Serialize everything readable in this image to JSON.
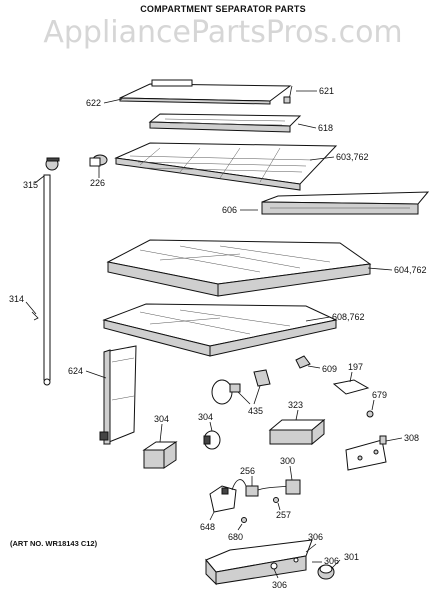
{
  "title": "COMPARTMENT SEPARATOR PARTS",
  "watermark": "AppliancePartsPros.com",
  "art_no": "(ART NO. WR18143 C12)",
  "callouts": [
    {
      "id": "c622",
      "text": "622"
    },
    {
      "id": "c621",
      "text": "621"
    },
    {
      "id": "c618",
      "text": "618"
    },
    {
      "id": "c315",
      "text": "315"
    },
    {
      "id": "c226",
      "text": "226"
    },
    {
      "id": "c603",
      "text": "603,762"
    },
    {
      "id": "c606",
      "text": "606"
    },
    {
      "id": "c604",
      "text": "604,762"
    },
    {
      "id": "c314",
      "text": "314"
    },
    {
      "id": "c608",
      "text": "608,762"
    },
    {
      "id": "c624",
      "text": "624"
    },
    {
      "id": "c609",
      "text": "609"
    },
    {
      "id": "c197",
      "text": "197"
    },
    {
      "id": "c679",
      "text": "679"
    },
    {
      "id": "c435",
      "text": "435"
    },
    {
      "id": "c323",
      "text": "323"
    },
    {
      "id": "c304a",
      "text": "304"
    },
    {
      "id": "c304b",
      "text": "304"
    },
    {
      "id": "c308",
      "text": "308"
    },
    {
      "id": "c256",
      "text": "256"
    },
    {
      "id": "c300",
      "text": "300"
    },
    {
      "id": "c257",
      "text": "257"
    },
    {
      "id": "c648",
      "text": "648"
    },
    {
      "id": "c680",
      "text": "680"
    },
    {
      "id": "c306a",
      "text": "306"
    },
    {
      "id": "c306b",
      "text": "306"
    },
    {
      "id": "c301",
      "text": "301"
    },
    {
      "id": "c306c",
      "text": "306"
    }
  ]
}
